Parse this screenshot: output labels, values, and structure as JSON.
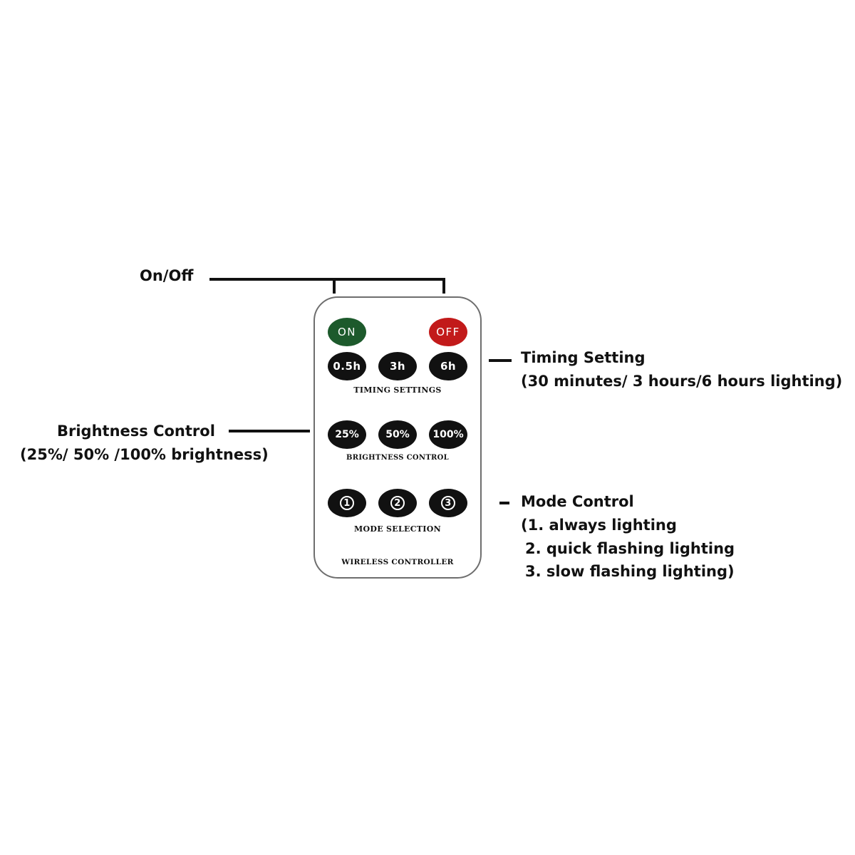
{
  "callouts": {
    "on_off": "On/Off",
    "timing": {
      "title": "Timing Setting",
      "detail": "(30 minutes/ 3 hours/6 hours lighting)"
    },
    "brightness": {
      "title": "Brightness Control",
      "detail": "(25%/ 50% /100% brightness)"
    },
    "mode": {
      "title": "Mode Control",
      "line1": "(1. always lighting",
      "line2": "2. quick flashing lighting",
      "line3": "3. slow flashing lighting)"
    }
  },
  "remote": {
    "power": {
      "on": "ON",
      "off": "OFF"
    },
    "timing": {
      "buttons": [
        "0.5h",
        "3h",
        "6h"
      ],
      "label": "TIMING SETTINGS"
    },
    "brightness": {
      "buttons": [
        "25%",
        "50%",
        "100%"
      ],
      "label": "BRIGHTNESS CONTROL"
    },
    "mode": {
      "buttons": [
        "1",
        "2",
        "3"
      ],
      "label": "MODE SELECTION"
    },
    "footer": "WIRELESS CONTROLLER"
  },
  "colors": {
    "on_button": "#1d5a2c",
    "off_button": "#c21a1a",
    "dark_button": "#111111"
  }
}
